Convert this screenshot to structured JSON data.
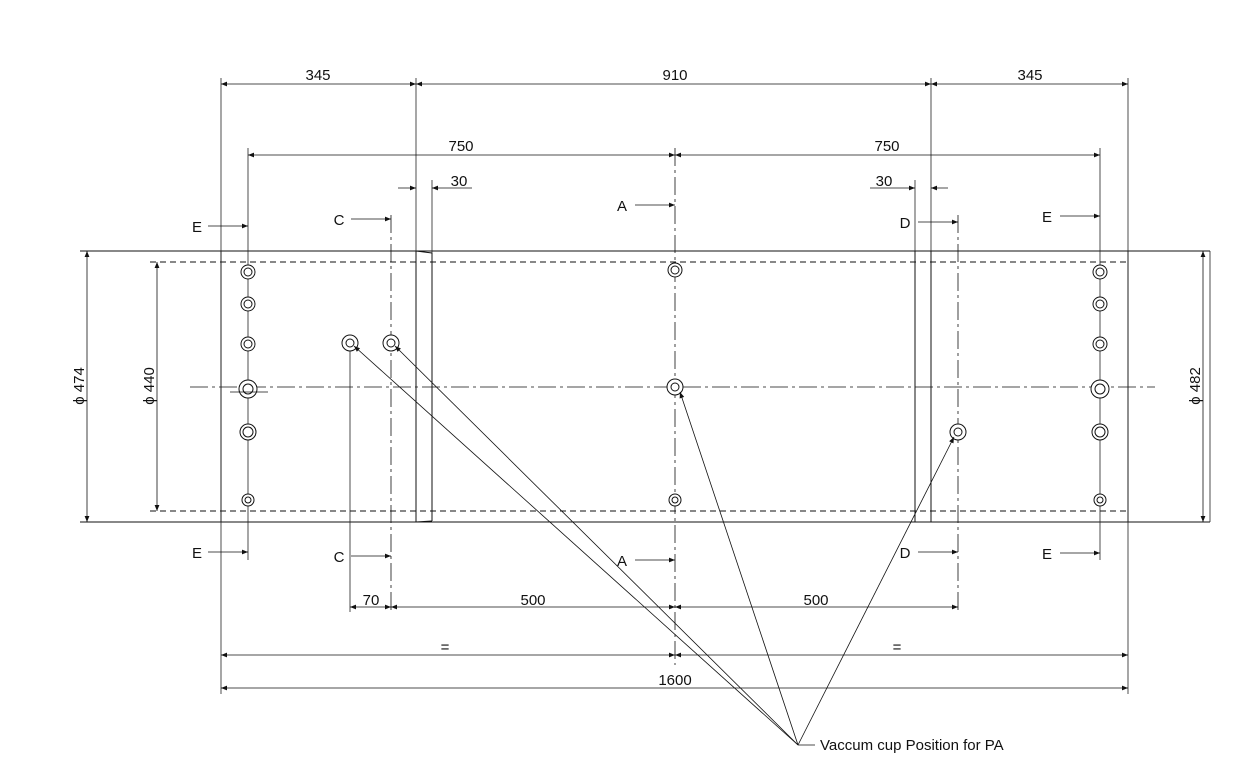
{
  "dimensions": {
    "top_left_345": "345",
    "top_910": "910",
    "top_right_345": "345",
    "left_750": "750",
    "right_750": "750",
    "left_30": "30",
    "right_30": "30",
    "bottom_70": "70",
    "bottom_left_500": "500",
    "bottom_right_500": "500",
    "equal_left": "=",
    "equal_right": "=",
    "total_1600": "1600"
  },
  "diameters": {
    "outer_left": "ϕ 474",
    "inner_left": "ϕ 440",
    "outer_right": "ϕ 482"
  },
  "section_marks": {
    "e_top_left": "E",
    "c_top": "C",
    "a_top": "A",
    "d_top": "D",
    "e_top_right": "E",
    "e_bottom_left": "E",
    "c_bottom": "C",
    "a_bottom": "A",
    "d_bottom": "D",
    "e_bottom_right": "E"
  },
  "callout": {
    "label": "Vaccum cup Position for PA"
  }
}
